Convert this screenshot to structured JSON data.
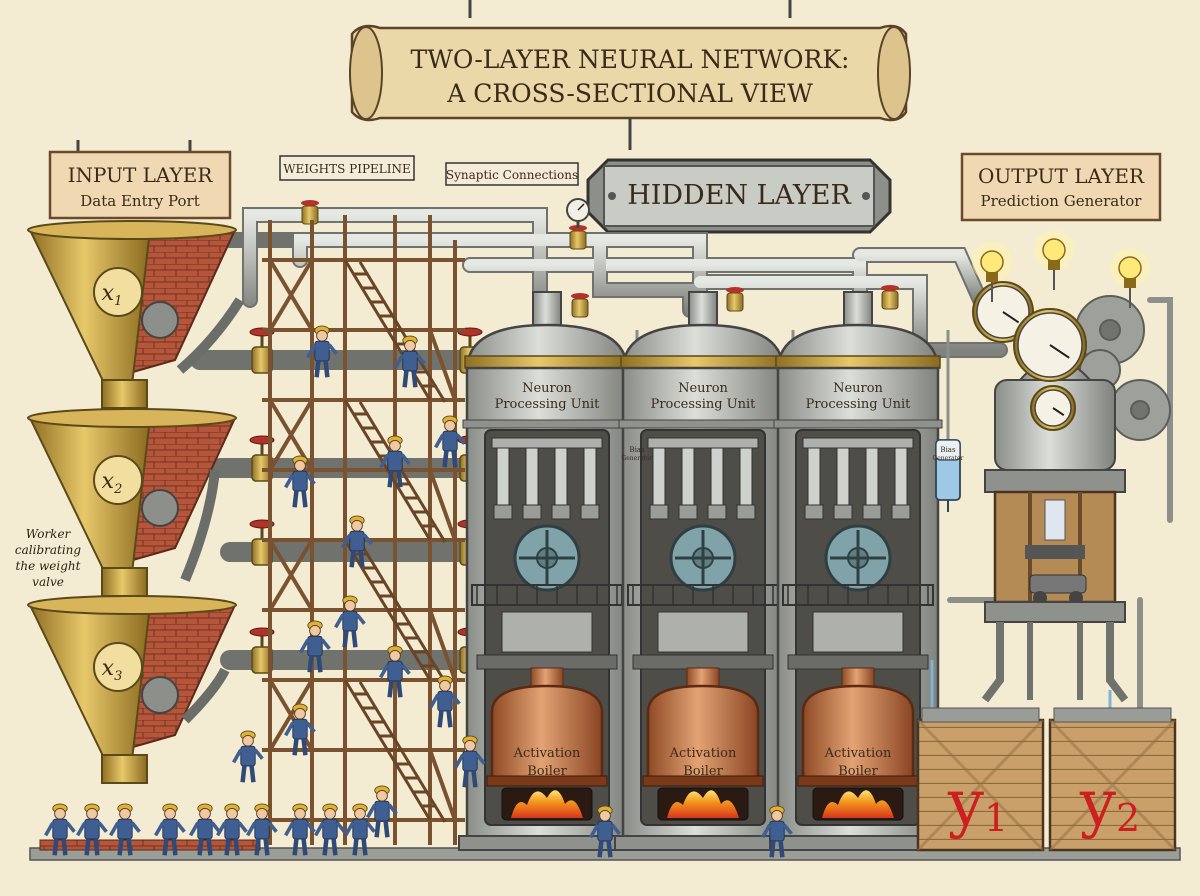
{
  "title": {
    "line1": "TWO-LAYER NEURAL NETWORK:",
    "line2": "A CROSS-SECTIONAL VIEW"
  },
  "input_layer": {
    "heading": "INPUT LAYER",
    "subheading": "Data Entry Port",
    "inputs": [
      {
        "var": "x",
        "sub": "1"
      },
      {
        "var": "x",
        "sub": "2"
      },
      {
        "var": "x",
        "sub": "3"
      }
    ]
  },
  "weights_label": "WEIGHTS PIPELINE",
  "synapse_label": "Synaptic Connections",
  "worker_note": {
    "line1": "Worker",
    "line2": "calibrating",
    "line3": "the weight",
    "line4": "valve"
  },
  "hidden_layer": {
    "heading": "HIDDEN LAYER",
    "units": [
      {
        "name1": "Neuron",
        "name2": "Processing Unit",
        "boiler1": "Activation",
        "boiler2": "Boiler",
        "bias1": "Bias",
        "bias2": "Generator"
      },
      {
        "name1": "Neuron",
        "name2": "Processing Unit",
        "boiler1": "Activation",
        "boiler2": "Boiler",
        "bias1": "",
        "bias2": ""
      },
      {
        "name1": "Neuron",
        "name2": "Processing Unit",
        "boiler1": "Activation",
        "boiler2": "Boiler",
        "bias1": "Bias",
        "bias2": "Generator"
      }
    ]
  },
  "output_layer": {
    "heading": "OUTPUT LAYER",
    "subheading": "Prediction Generator",
    "outputs": [
      {
        "var": "y",
        "sub": "1"
      },
      {
        "var": "y",
        "sub": "2"
      }
    ]
  },
  "colors": {
    "brick": "#b5563a",
    "brass": "#c9a23b",
    "steel": "#b9bcb6",
    "copper": "#c97a48",
    "wood": "#c8955a",
    "output_red": "#cc1f1f",
    "worker_blue": "#3f5f92"
  }
}
